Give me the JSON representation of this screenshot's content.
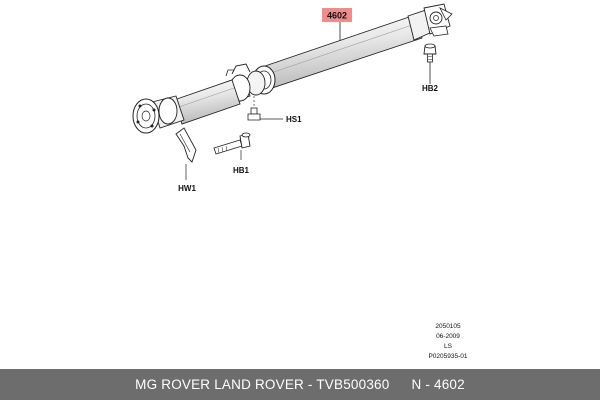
{
  "diagram": {
    "part_number": "4602",
    "callouts": {
      "hb2": "HB2",
      "hs1": "HS1",
      "hb1": "HB1",
      "hw1": "HW1"
    },
    "reference": {
      "line1": "2050105",
      "line2": "06-2009",
      "line3": "LS",
      "line4": "P0205935-01"
    },
    "colors": {
      "part_highlight": "#f08c8c",
      "footer_background": "#6d6d6d",
      "line": "#222222",
      "shaft_shade": "#d9d9d9"
    }
  },
  "footer": {
    "title": "MG ROVER LAND ROVER - TVB500360",
    "part_ref": "N - 4602"
  }
}
